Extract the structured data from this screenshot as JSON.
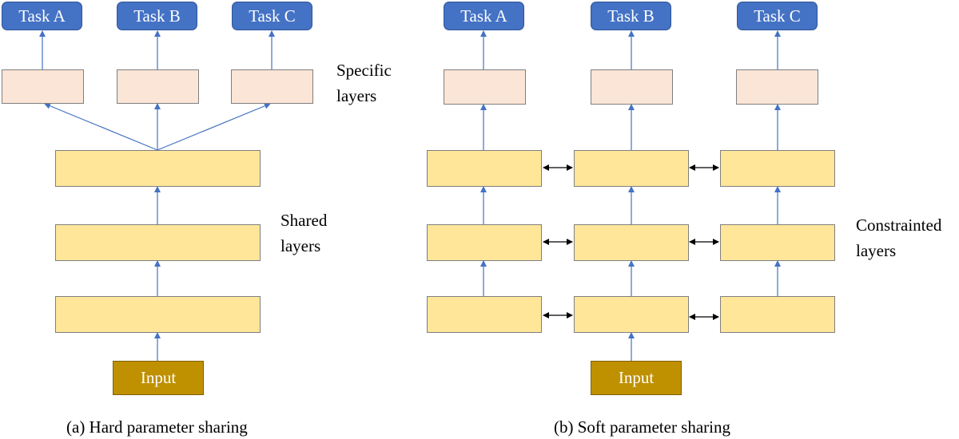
{
  "left": {
    "tasks": [
      "Task A",
      "Task B",
      "Task C"
    ],
    "specific_label": [
      "Specific",
      "layers"
    ],
    "shared_label": [
      "Shared",
      "layers"
    ],
    "input": "Input",
    "caption": "(a) Hard parameter sharing"
  },
  "right": {
    "tasks": [
      "Task A",
      "Task B",
      "Task C"
    ],
    "constrained_label": [
      "Constrainted",
      "layers"
    ],
    "input": "Input",
    "caption": "(b) Soft parameter sharing"
  },
  "colors": {
    "task": "#4472c4",
    "specific": "#fbe5d6",
    "shared": "#ffe699",
    "input": "#bf9000",
    "arrow_blue": "#4472c4",
    "arrow_black": "#000000"
  }
}
